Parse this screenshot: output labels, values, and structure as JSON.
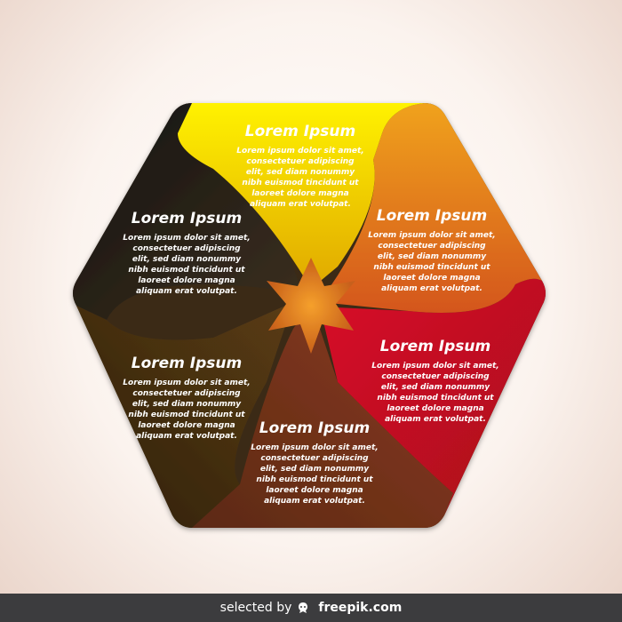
{
  "segments": [
    {
      "id": "yellow",
      "title": "Lorem Ipsum",
      "lines": [
        "Lorem ipsum dolor sit amet,",
        "consectetuer adipiscing",
        "elit, sed diam nonummy",
        "nibh euismod tincidunt ut",
        "laoreet dolore magna",
        "aliquam erat volutpat."
      ],
      "color_light": "#fff200",
      "color_dark": "#e0a800"
    },
    {
      "id": "orange",
      "title": "Lorem Ipsum",
      "lines": [
        "Lorem ipsum dolor sit amet,",
        "consectetuer adipiscing",
        "elit, sed diam nonummy",
        "nibh euismod tincidunt ut",
        "laoreet dolore magna",
        "aliquam erat volutpat."
      ],
      "color_light": "#f0a21c",
      "color_dark": "#d4561e"
    },
    {
      "id": "red",
      "title": "Lorem Ipsum",
      "lines": [
        "Lorem ipsum dolor sit amet,",
        "consectetuer adipiscing",
        "elit, sed diam nonummy",
        "nibh euismod tincidunt ut",
        "laoreet dolore magna",
        "aliquam erat volutpat."
      ],
      "color_light": "#d9102a",
      "color_dark": "#a8121a"
    },
    {
      "id": "brown-red",
      "title": "Lorem Ipsum",
      "lines": [
        "Lorem ipsum dolor sit amet,",
        "consectetuer adipiscing",
        "elit, sed diam nonummy",
        "nibh euismod tincidunt ut",
        "laoreet dolore magna",
        "aliquam erat volutpat."
      ],
      "color_light": "#8b3a22",
      "color_dark": "#5c2a12"
    },
    {
      "id": "dark-olive",
      "title": "Lorem Ipsum",
      "lines": [
        "Lorem ipsum dolor sit amet,",
        "consectetuer adipiscing",
        "elit, sed diam nonummy",
        "nibh euismod tincidunt ut",
        "laoreet dolore magna",
        "aliquam erat volutpat."
      ],
      "color_light": "#5a3c12",
      "color_dark": "#2e2010"
    },
    {
      "id": "black",
      "title": "Lorem Ipsum",
      "lines": [
        "Lorem ipsum dolor sit amet,",
        "consectetuer adipiscing",
        "elit, sed diam nonummy",
        "nibh euismod tincidunt ut",
        "laoreet dolore magna",
        "aliquam erat volutpat."
      ],
      "color_light": "#3c3020",
      "color_dark": "#141210"
    }
  ],
  "star_color": "#e07a1e",
  "footer": {
    "prefix": "selected by",
    "brand": "freepik.com",
    "logo_icon": "freepik-logo-icon",
    "background": "#3c3c3e"
  }
}
